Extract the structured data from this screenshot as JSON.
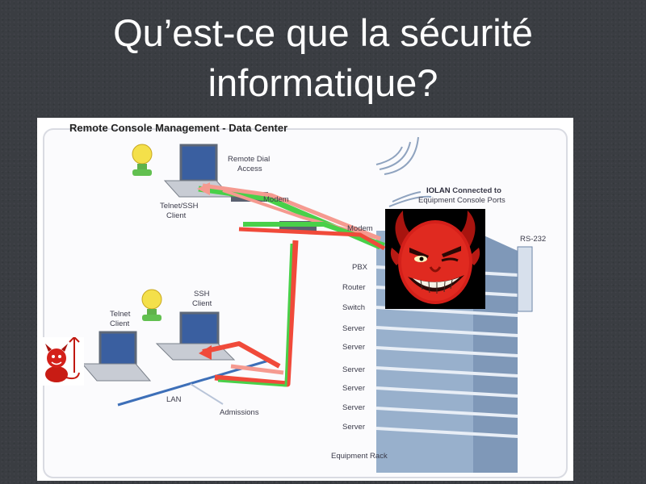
{
  "slide": {
    "title_line1": "Qu’est-ce que la sécurité",
    "title_line2": "informatique?"
  },
  "diagram": {
    "header": "Remote Console Management - Data Center",
    "labels": {
      "remote_dial_1": "Remote Dial",
      "remote_dial_2": "Access",
      "modem_1": "Modem",
      "modem_2": "Modem",
      "telnet_ssh_client_1": "Telnet/SSH",
      "telnet_ssh_client_2": "Client",
      "iolan_1_bold": "IOLAN",
      "iolan_1_rest": " Connected to",
      "iolan_2": "Equipment Console Ports",
      "rs232": "RS-232",
      "pbx": "PBX",
      "router": "Router",
      "switch": "Switch",
      "server_1": "Server",
      "server_2": "Server",
      "server_3": "Server",
      "server_4": "Server",
      "server_5": "Server",
      "server_6": "Server",
      "ssh_client_1": "SSH",
      "ssh_client_2": "Client",
      "telnet_client_1": "Telnet",
      "telnet_client_2": "Client",
      "lan": "LAN",
      "admissions": "Admissions",
      "equipment_rack": "Equipment Rack"
    },
    "colors": {
      "attack_red": "#f04a3a",
      "attack_pink": "#f59a90",
      "path_green": "#49d049",
      "lan_blue": "#3d6fb8",
      "rack_blue": "#8aa6c6",
      "devil_red": "#d4201a"
    }
  }
}
